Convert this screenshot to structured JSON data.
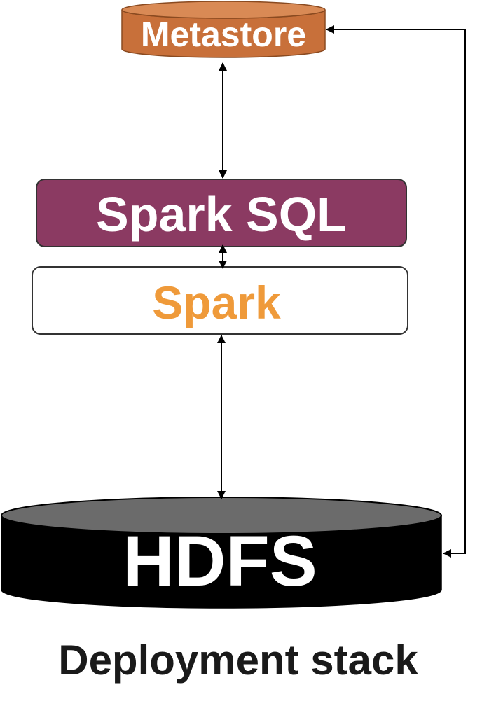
{
  "nodes": {
    "metastore": {
      "label": "Metastore",
      "fill": "#c8703a",
      "top_fill": "#d98a55",
      "text_color": "#ffffff"
    },
    "spark_sql": {
      "label": "Spark SQL",
      "fill": "#8b3a62",
      "text_color": "#ffffff"
    },
    "spark": {
      "label": "Spark",
      "fill": "#ffffff",
      "text_color": "#ef9a3a"
    },
    "hdfs": {
      "label": "HDFS",
      "fill": "#000000",
      "top_fill": "#6b6b6b",
      "text_color": "#ffffff"
    }
  },
  "caption": "Deployment stack",
  "edges": [
    {
      "from": "metastore",
      "to": "spark_sql",
      "direction": "both"
    },
    {
      "from": "spark_sql",
      "to": "spark",
      "direction": "both"
    },
    {
      "from": "spark",
      "to": "hdfs",
      "direction": "both"
    },
    {
      "from": "metastore",
      "to": "hdfs",
      "direction": "both",
      "routing": "right-side"
    }
  ],
  "colors": {
    "line": "#000000",
    "box_border": "#333333"
  }
}
